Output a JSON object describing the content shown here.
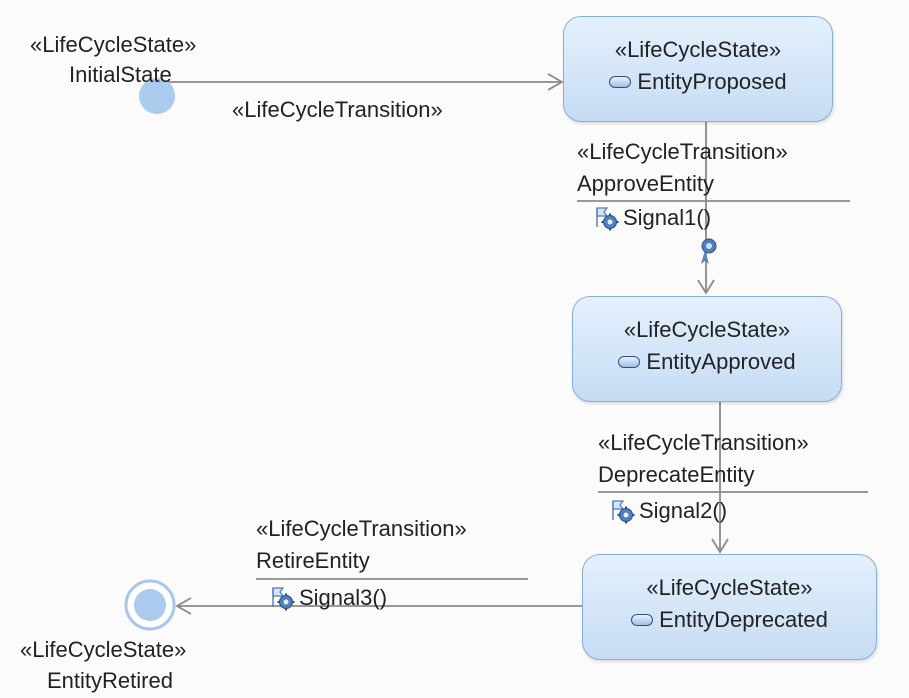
{
  "states": {
    "initial": {
      "stereotype": "«LifeCycleState»",
      "name": "InitialState"
    },
    "proposed": {
      "stereotype": "«LifeCycleState»",
      "name": "EntityProposed"
    },
    "approved": {
      "stereotype": "«LifeCycleState»",
      "name": "EntityApproved"
    },
    "deprecated": {
      "stereotype": "«LifeCycleState»",
      "name": "EntityDeprecated"
    },
    "retired": {
      "stereotype": "«LifeCycleState»",
      "name": "EntityRetired"
    }
  },
  "transitions": {
    "initial_to_proposed": {
      "stereotype": "«LifeCycleTransition»"
    },
    "approve": {
      "stereotype": "«LifeCycleTransition»",
      "name": "ApproveEntity",
      "signal": "Signal1()"
    },
    "deprecate": {
      "stereotype": "«LifeCycleTransition»",
      "name": "DeprecateEntity",
      "signal": "Signal2()"
    },
    "retire": {
      "stereotype": "«LifeCycleTransition»",
      "name": "RetireEntity",
      "signal": "Signal3()"
    }
  },
  "colors": {
    "state_border": "#86aedd",
    "state_fill": "#d4e6f9",
    "connector": "#8a8a8a",
    "initial_node": "#aacaee"
  },
  "icons": {
    "state_name": "state-pill-icon",
    "signal": "signal-gear-icon",
    "marker": "ribbon-marker-icon"
  }
}
